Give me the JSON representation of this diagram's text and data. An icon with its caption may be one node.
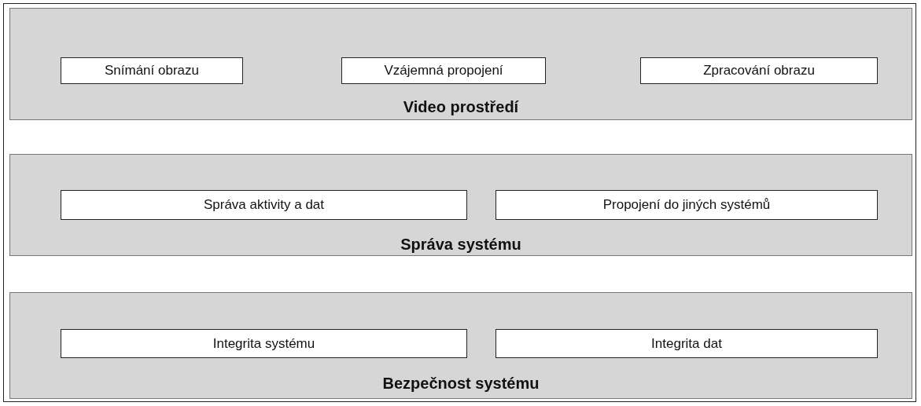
{
  "diagram": {
    "nodes": [
      {
        "text": [
          "Video prostředí"
        ]
      },
      {
        "text": [
          "Snímání obrazu"
        ],
        "in": 0
      },
      {
        "text": [
          "Vzájemná propojení"
        ],
        "in": 0
      },
      {
        "text": [
          "Zpracování obrazu"
        ],
        "in": 0
      },
      {
        "text": [
          "Správa systému"
        ]
      },
      {
        "text": [
          "Správa aktivity a dat"
        ],
        "in": 4
      },
      {
        "text": [
          "Propojení do jiných systémů"
        ],
        "in": 4
      },
      {
        "text": [
          "Bezpečnost systému"
        ]
      },
      {
        "text": [
          "Integrita systému"
        ],
        "in": 7
      },
      {
        "text": [
          "Integrita dat"
        ],
        "in": 7
      }
    ],
    "edges": []
  }
}
